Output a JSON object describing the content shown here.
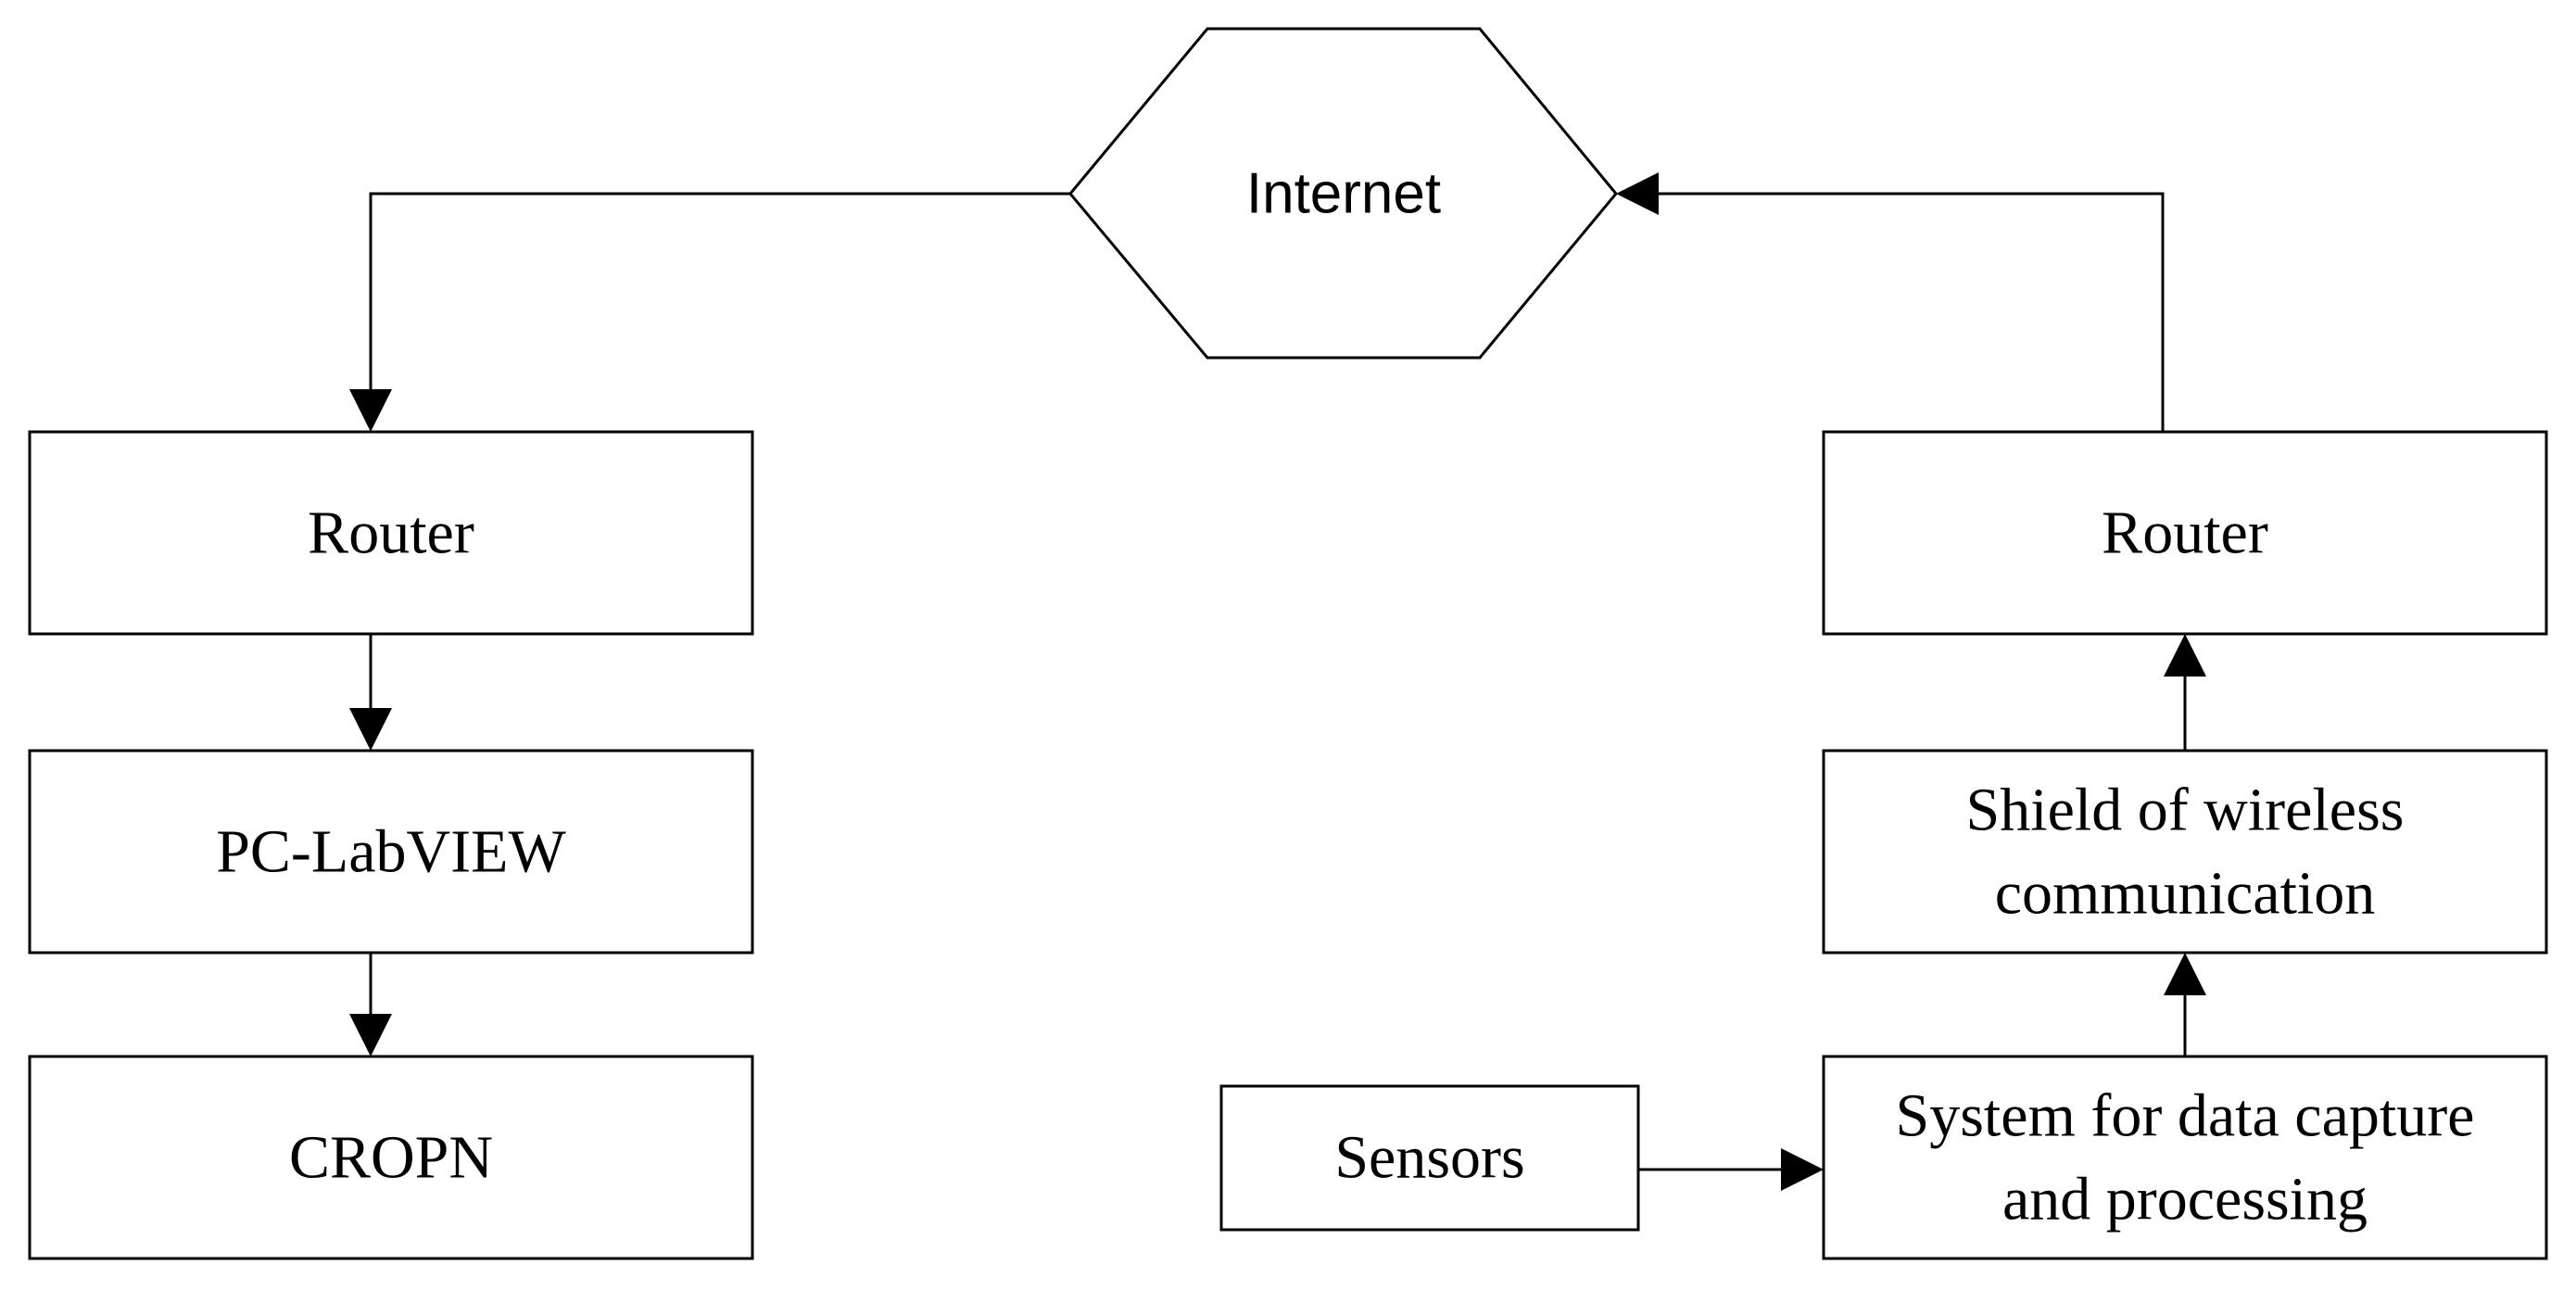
{
  "diagram": {
    "internet": "Internet",
    "left": {
      "router": "Router",
      "pc": "PC-LabVIEW",
      "cropn": "CROPN"
    },
    "right": {
      "router": "Router",
      "shield": [
        "Shield of wireless",
        "communication"
      ],
      "system": [
        "System for data capture",
        "and processing"
      ],
      "sensors": "Sensors"
    }
  }
}
